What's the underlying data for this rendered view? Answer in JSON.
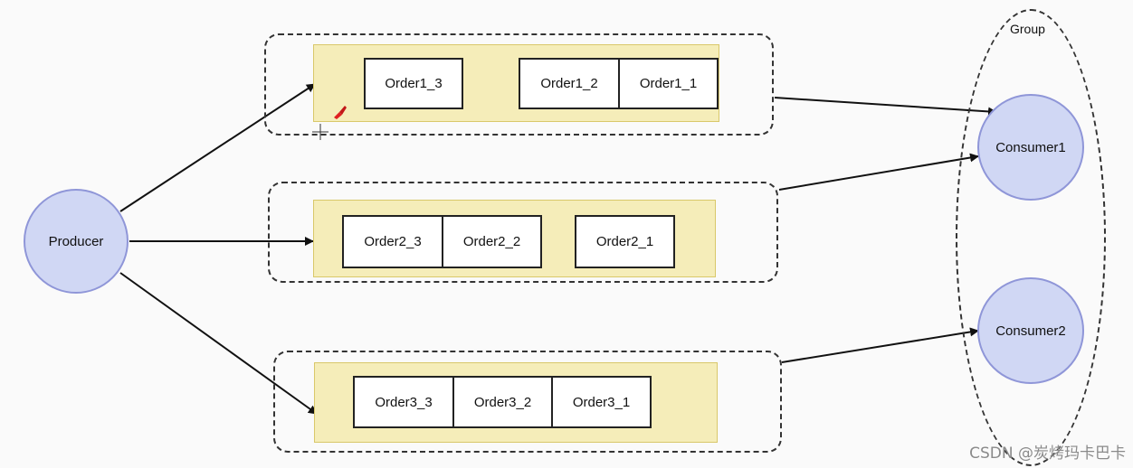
{
  "producer": {
    "label": "Producer"
  },
  "queues": [
    {
      "messages": [
        "Order1_3",
        "Order1_2",
        "Order1_1"
      ]
    },
    {
      "messages": [
        "Order2_3",
        "Order2_2",
        "Order2_1"
      ]
    },
    {
      "messages": [
        "Order3_3",
        "Order3_2",
        "Order3_1"
      ]
    }
  ],
  "group": {
    "label": "Group",
    "consumers": [
      "Consumer1",
      "Consumer2"
    ]
  },
  "watermark": "CSDN @炭烤玛卡巴卡",
  "colors": {
    "node_fill": "#d0d7f4",
    "node_border": "#8f96d8",
    "queue_band": "#f5edb9",
    "edge": "#111111"
  }
}
